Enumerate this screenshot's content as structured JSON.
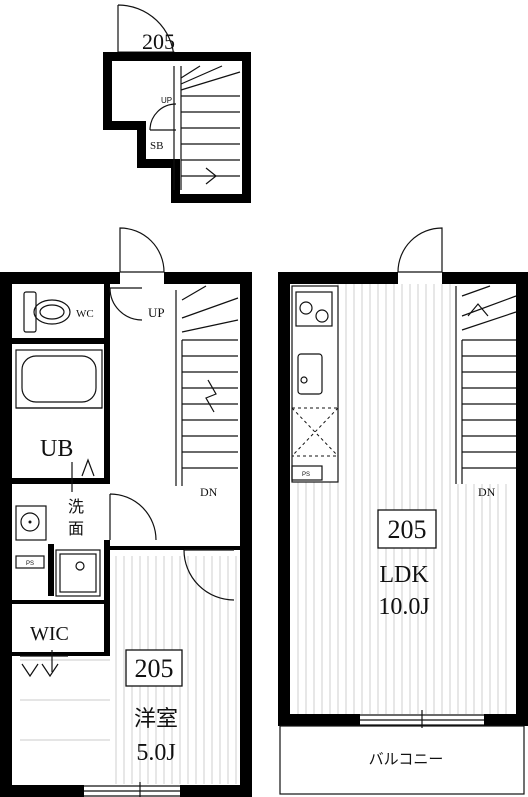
{
  "title": "205",
  "rooms": {
    "loft_unit": "205",
    "loft_up": "UP",
    "loft_sb": "SB",
    "wc": "WC",
    "up": "UP",
    "ub": "UB",
    "washroom_1": "洗",
    "washroom_2": "面",
    "ps_left": "PS",
    "wic": "WIC",
    "dn_left": "DN",
    "bedroom_unit": "205",
    "bedroom_name": "洋室",
    "bedroom_size": "5.0J",
    "ps_right": "PS",
    "dn_right": "DN",
    "ldk_unit": "205",
    "ldk_name": "LDK",
    "ldk_size": "10.0J",
    "balcony": "バルコニー"
  }
}
